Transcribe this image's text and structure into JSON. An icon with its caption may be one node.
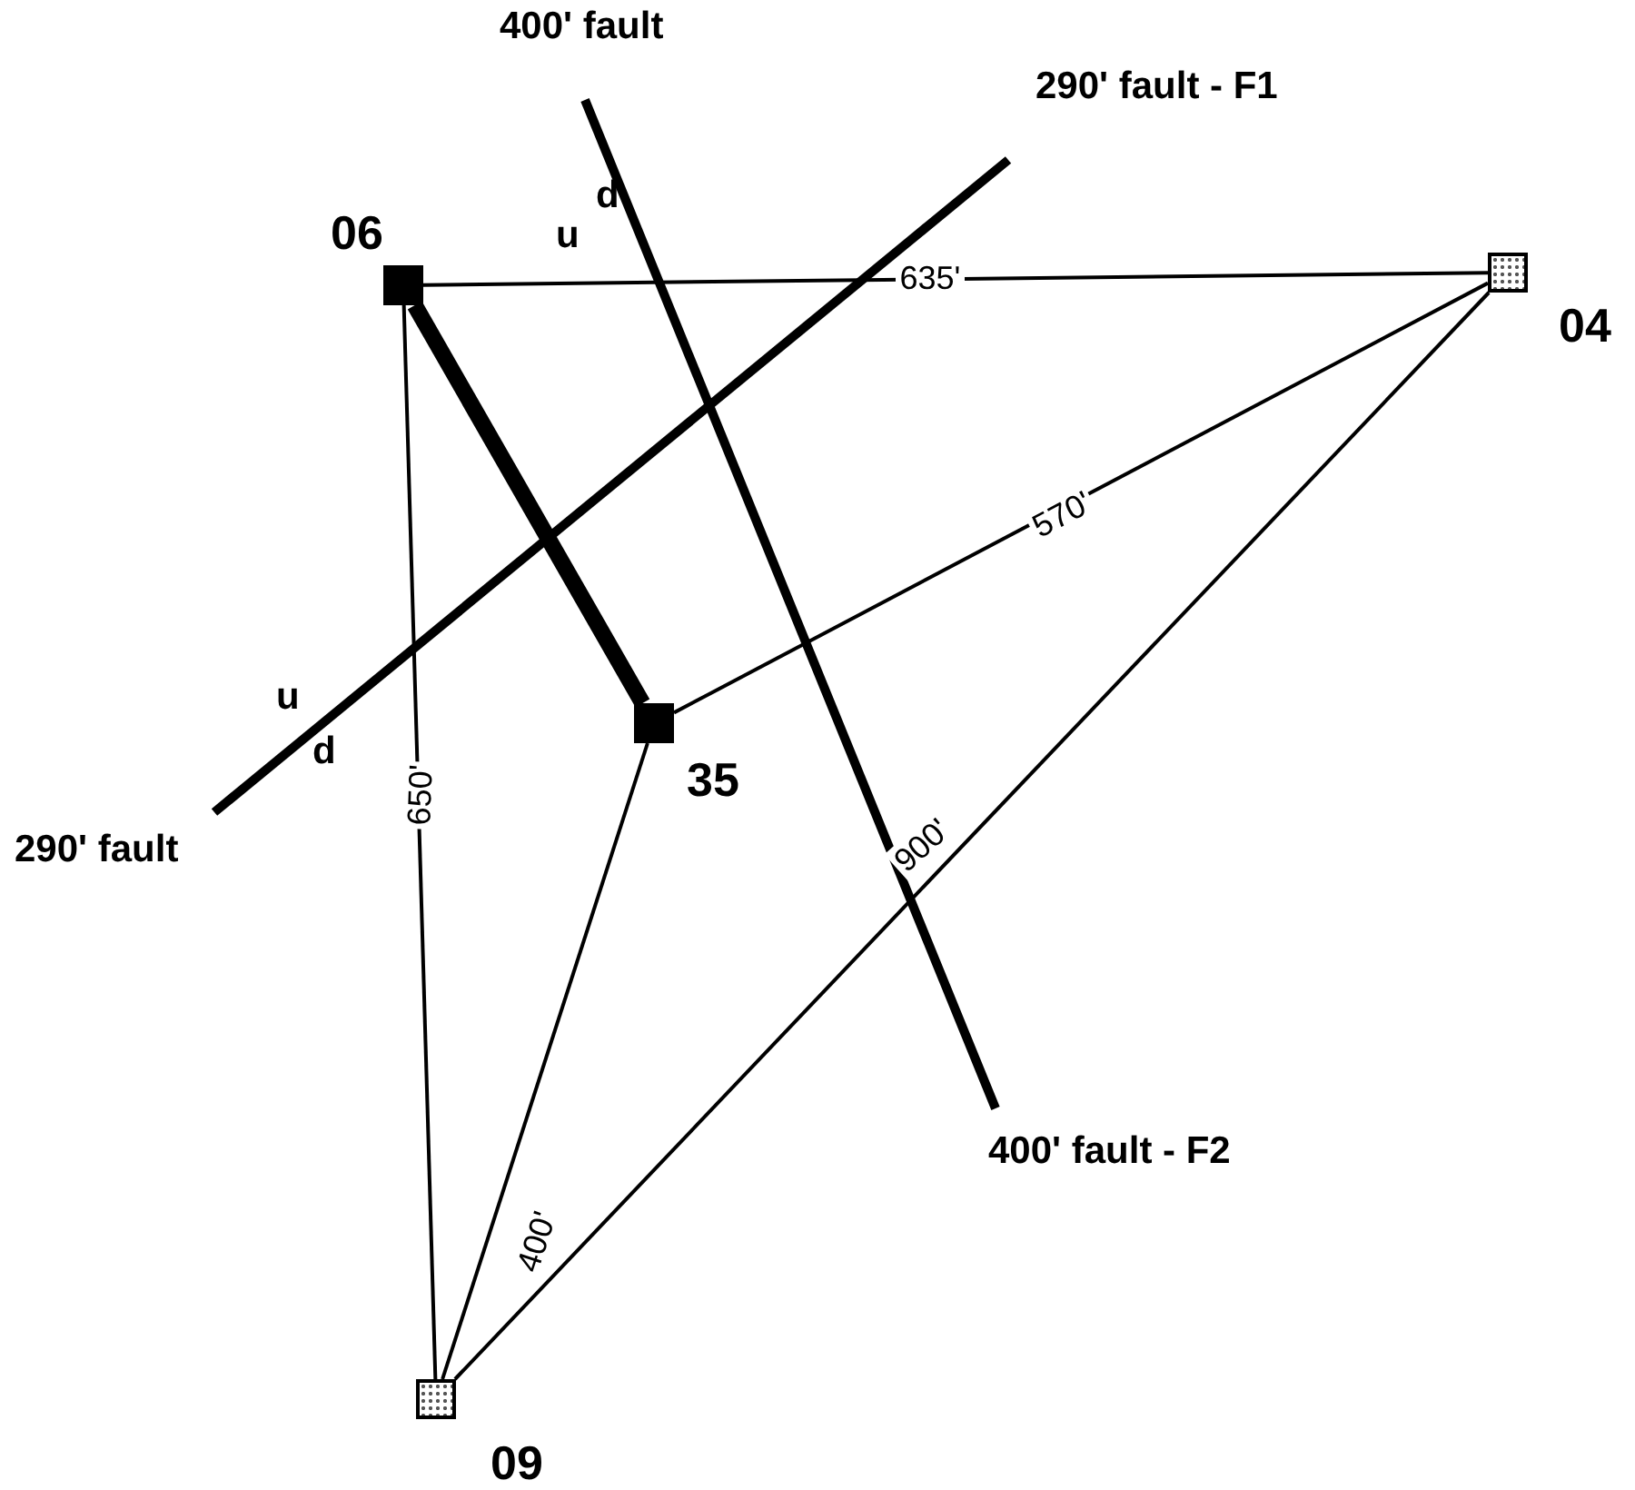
{
  "diagram": {
    "nodes": [
      {
        "text": [],
        "shape": "box",
        "beside": [
          "06"
        ]
      },
      {
        "text": [],
        "shape": "box",
        "beside": [
          "04"
        ]
      },
      {
        "text": [],
        "shape": "box",
        "beside": [
          "35"
        ]
      },
      {
        "text": [],
        "shape": "box",
        "beside": [
          "09"
        ]
      }
    ],
    "edges": [
      {
        "from": 0,
        "to": 1,
        "arrow": "none",
        "label": "635'"
      },
      {
        "from": 1,
        "to": 2,
        "arrow": "none",
        "label": "570'"
      },
      {
        "from": 1,
        "to": 3,
        "arrow": "none",
        "label": "900'"
      },
      {
        "from": 2,
        "to": 3,
        "arrow": "none",
        "label": "400'"
      },
      {
        "from": 0,
        "to": 3,
        "arrow": "none",
        "label": "650'"
      },
      {
        "from": 0,
        "to": 2,
        "arrow": "none",
        "style": "thick"
      }
    ],
    "labels": [
      "400' fault",
      "290' fault - F1",
      "u",
      "d",
      "u",
      "d",
      "290' fault",
      "400' fault - F2"
    ]
  }
}
